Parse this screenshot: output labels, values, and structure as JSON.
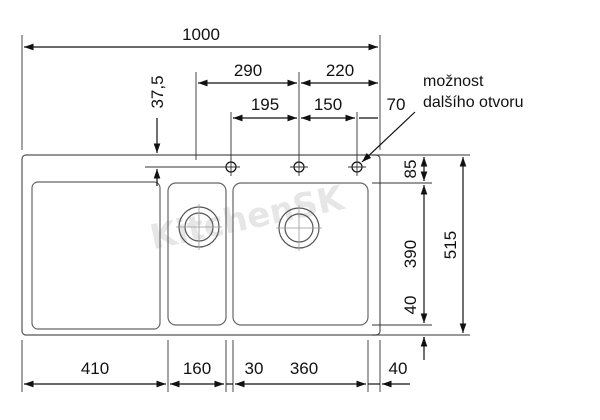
{
  "dimensions": {
    "total_width": "1000",
    "hole_left_to_right_edge": "290",
    "hole_mid_to_right_edge": "220",
    "hole_offset_from_top": "37,5",
    "hole_spacing_a": "195",
    "hole_spacing_b": "150",
    "hole_to_right_edge": "70",
    "top_to_bowl": "85",
    "bowl_depth": "390",
    "bowl_to_bottom": "40",
    "total_depth": "515",
    "drainer_width": "410",
    "small_bowl_width": "160",
    "bowl_gap": "30",
    "large_bowl_width": "360",
    "right_margin": "40"
  },
  "note": {
    "line1": "možnost",
    "line2": "dalšího otvoru"
  },
  "watermark": "KitchenSK"
}
